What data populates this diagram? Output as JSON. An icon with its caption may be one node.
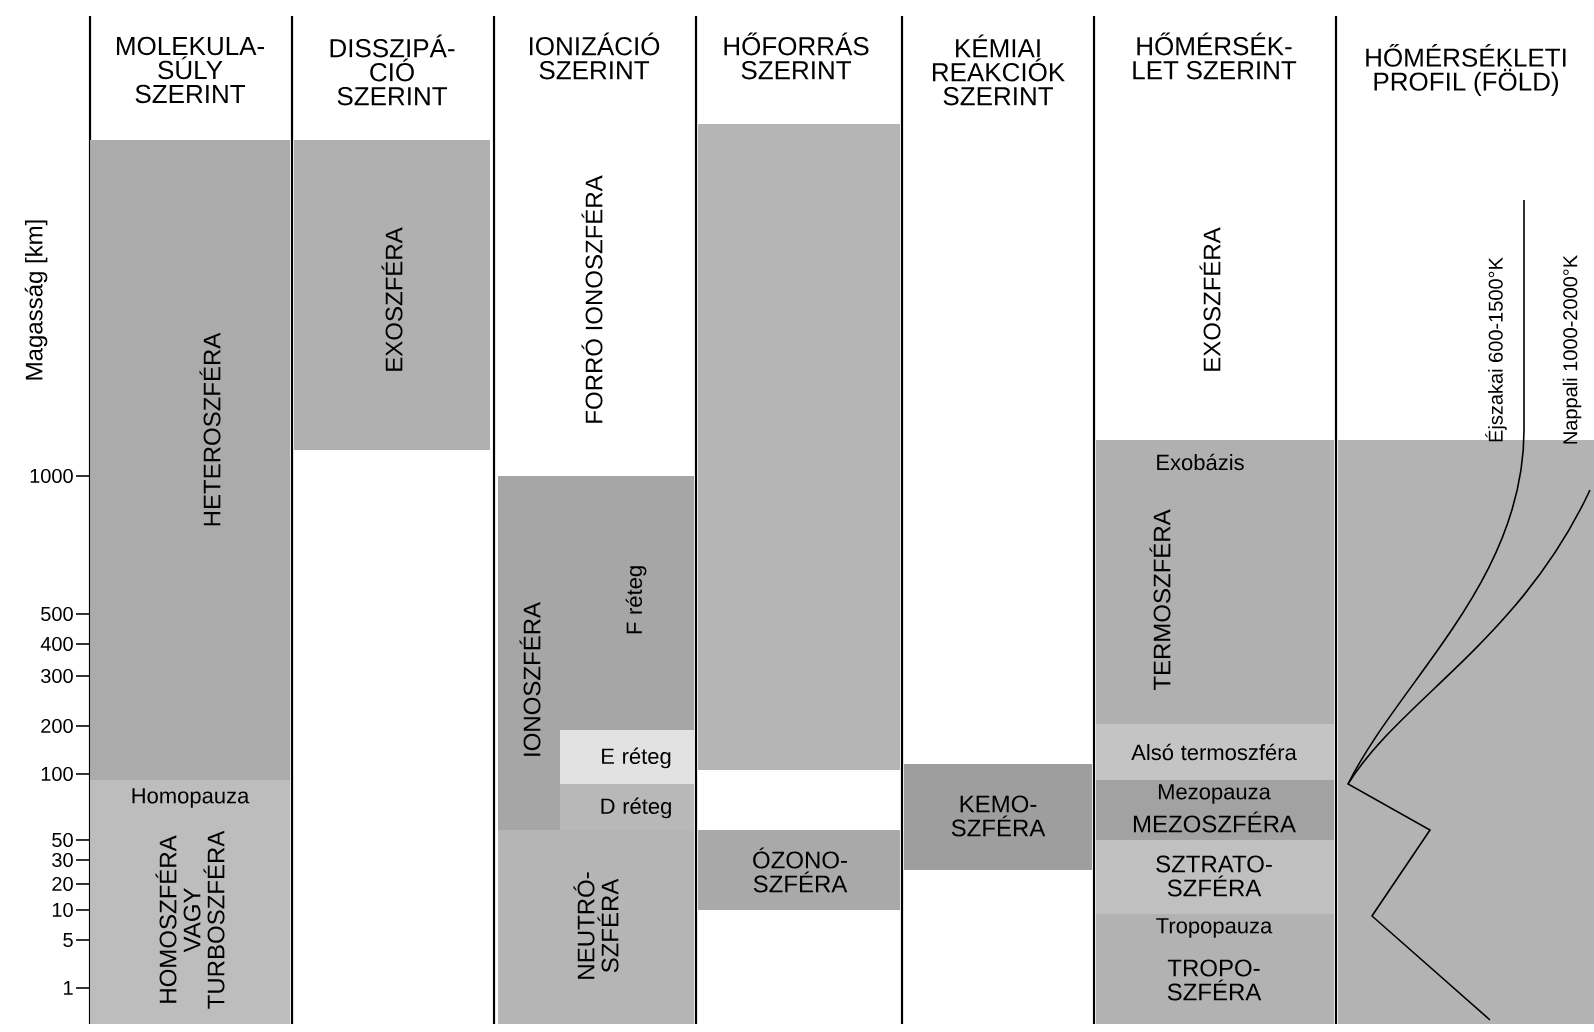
{
  "diagram": {
    "nodes": [
      {
        "text": [
          "HETEROSZFÉRA"
        ]
      },
      {
        "text": [
          "Homopauza",
          "HOMOSZFÉRA VAGY TURBOSZFÉRA"
        ]
      },
      {
        "text": [
          "EXOSZFÉRA"
        ]
      },
      {
        "text": [
          "IONOSZFÉRA"
        ]
      },
      {
        "text": [
          "F réteg"
        ]
      },
      {
        "text": [
          "E réteg"
        ]
      },
      {
        "text": [
          "D réteg"
        ]
      },
      {
        "text": [
          "NEUTRÓ- SZFÉRA"
        ]
      },
      {
        "text": [],
        "shape": "box"
      },
      {
        "text": [
          "ÓZONO- SZFÉRA"
        ]
      },
      {
        "text": [
          "KEMO- SZFÉRA"
        ]
      },
      {
        "text": [
          "Exobázis",
          "TERMOSZFÉRA"
        ]
      },
      {
        "text": [
          "Alsó termoszféra"
        ]
      },
      {
        "text": [
          "Mezopauza",
          "MEZOSZFÉRA"
        ]
      },
      {
        "text": [
          "SZTRATO- SZFÉRA"
        ]
      },
      {
        "text": [
          "Tropopauza",
          "TROPO- SZFÉRA"
        ]
      }
    ],
    "labels": [
      "MOLEKULA- SÚLY SZERINT",
      "DISSZIPÁ- CIÓ SZERINT",
      "IONIZÁCIÓ SZERINT",
      "HŐFORRÁS SZERINT",
      "KÉMIAI REAKCIÓK SZERINT",
      "HŐMÉRSÉK- LET SZERINT",
      "HŐMÉRSÉKLETI PROFIL (FÖLD)",
      "Magasság [km]",
      "1000",
      "500",
      "400",
      "300",
      "200",
      "100",
      "50",
      "30",
      "20",
      "10",
      "5",
      "1",
      "FORRÓ IONOSZFÉRA",
      "EXOSZFÉRA",
      "Éjszakai 600-1500°K",
      "Nappali 1000-2000°K"
    ]
  }
}
